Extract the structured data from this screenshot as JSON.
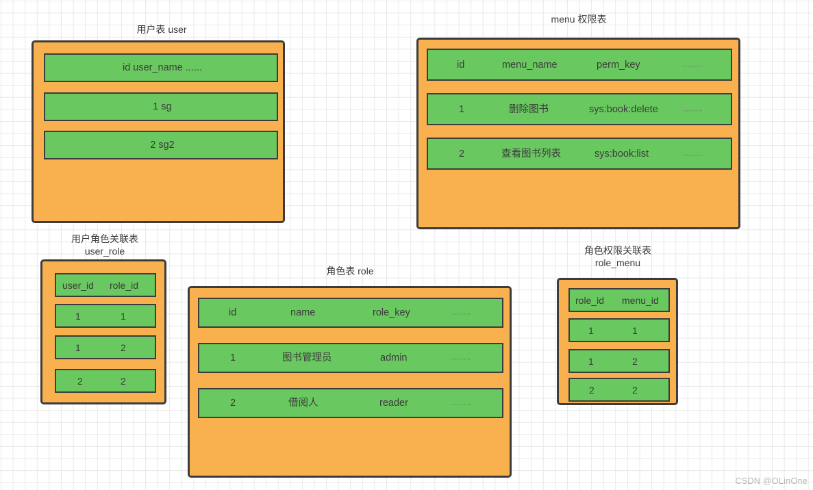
{
  "watermark": "CSDN @OLinOne",
  "tables": [
    {
      "id": "user",
      "caption": "用户表  user",
      "rows": [
        {
          "cells": [
            "id user_name ......"
          ]
        },
        {
          "cells": [
            "1    sg"
          ]
        },
        {
          "cells": [
            "2    sg2"
          ]
        }
      ]
    },
    {
      "id": "menu",
      "caption": "menu 权限表",
      "header": [
        "id",
        "menu_name",
        "perm_key",
        "........"
      ],
      "rows": [
        {
          "cells": [
            "1",
            "删除图书",
            "sys:book:delete",
            "........"
          ]
        },
        {
          "cells": [
            "2",
            "查看图书列表",
            "sys:book:list",
            "........"
          ]
        }
      ]
    },
    {
      "id": "user_role",
      "caption": "用户角色关联表\nuser_role",
      "header": [
        "user_id",
        "role_id"
      ],
      "rows": [
        {
          "cells": [
            "1",
            "1"
          ]
        },
        {
          "cells": [
            "1",
            "2"
          ]
        },
        {
          "cells": [
            "2",
            "2"
          ]
        }
      ]
    },
    {
      "id": "role",
      "caption": "角色表   role",
      "header": [
        "id",
        "name",
        "role_key",
        "........"
      ],
      "rows": [
        {
          "cells": [
            "1",
            "图书管理员",
            "admin",
            "........"
          ]
        },
        {
          "cells": [
            "2",
            "借阅人",
            "reader",
            "........"
          ]
        }
      ]
    },
    {
      "id": "role_menu",
      "caption": "角色权限关联表\nrole_menu",
      "header": [
        "role_id",
        "menu_id"
      ],
      "rows": [
        {
          "cells": [
            "1",
            "1"
          ]
        },
        {
          "cells": [
            "1",
            "2"
          ]
        },
        {
          "cells": [
            "2",
            "2"
          ]
        }
      ]
    }
  ],
  "colors": {
    "card_fill": "#f9b04f",
    "row_fill": "#69c85f",
    "stroke": "#3c3c3c",
    "grid": "#e8e8e8",
    "text": "#3c3c3c",
    "watermark": "#b6b6b6"
  }
}
